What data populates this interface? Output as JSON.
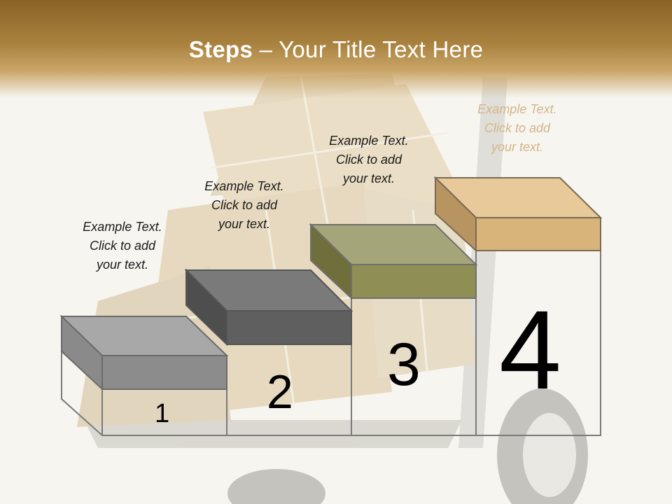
{
  "slide": {
    "title_bold": "Steps",
    "title_rest": " – Your Title Text Here"
  },
  "steps": [
    {
      "number": "1",
      "caption": [
        "Example Text.",
        "Click  to add",
        "your text."
      ],
      "color": "#8c8c8c"
    },
    {
      "number": "2",
      "caption": [
        "Example Text.",
        "Click  to add",
        "your text."
      ],
      "color": "#5f5f5f"
    },
    {
      "number": "3",
      "caption": [
        "Example Text.",
        "Click  to add",
        "your text."
      ],
      "color": "#8f8f55"
    },
    {
      "number": "4",
      "caption": [
        "Example Text.",
        "Click  to add",
        "your text."
      ],
      "color": "#d9b47a"
    }
  ],
  "colors": {
    "title_band": "#a9823f",
    "background": "#f7f5f0",
    "outline": "#7a7a7a"
  }
}
